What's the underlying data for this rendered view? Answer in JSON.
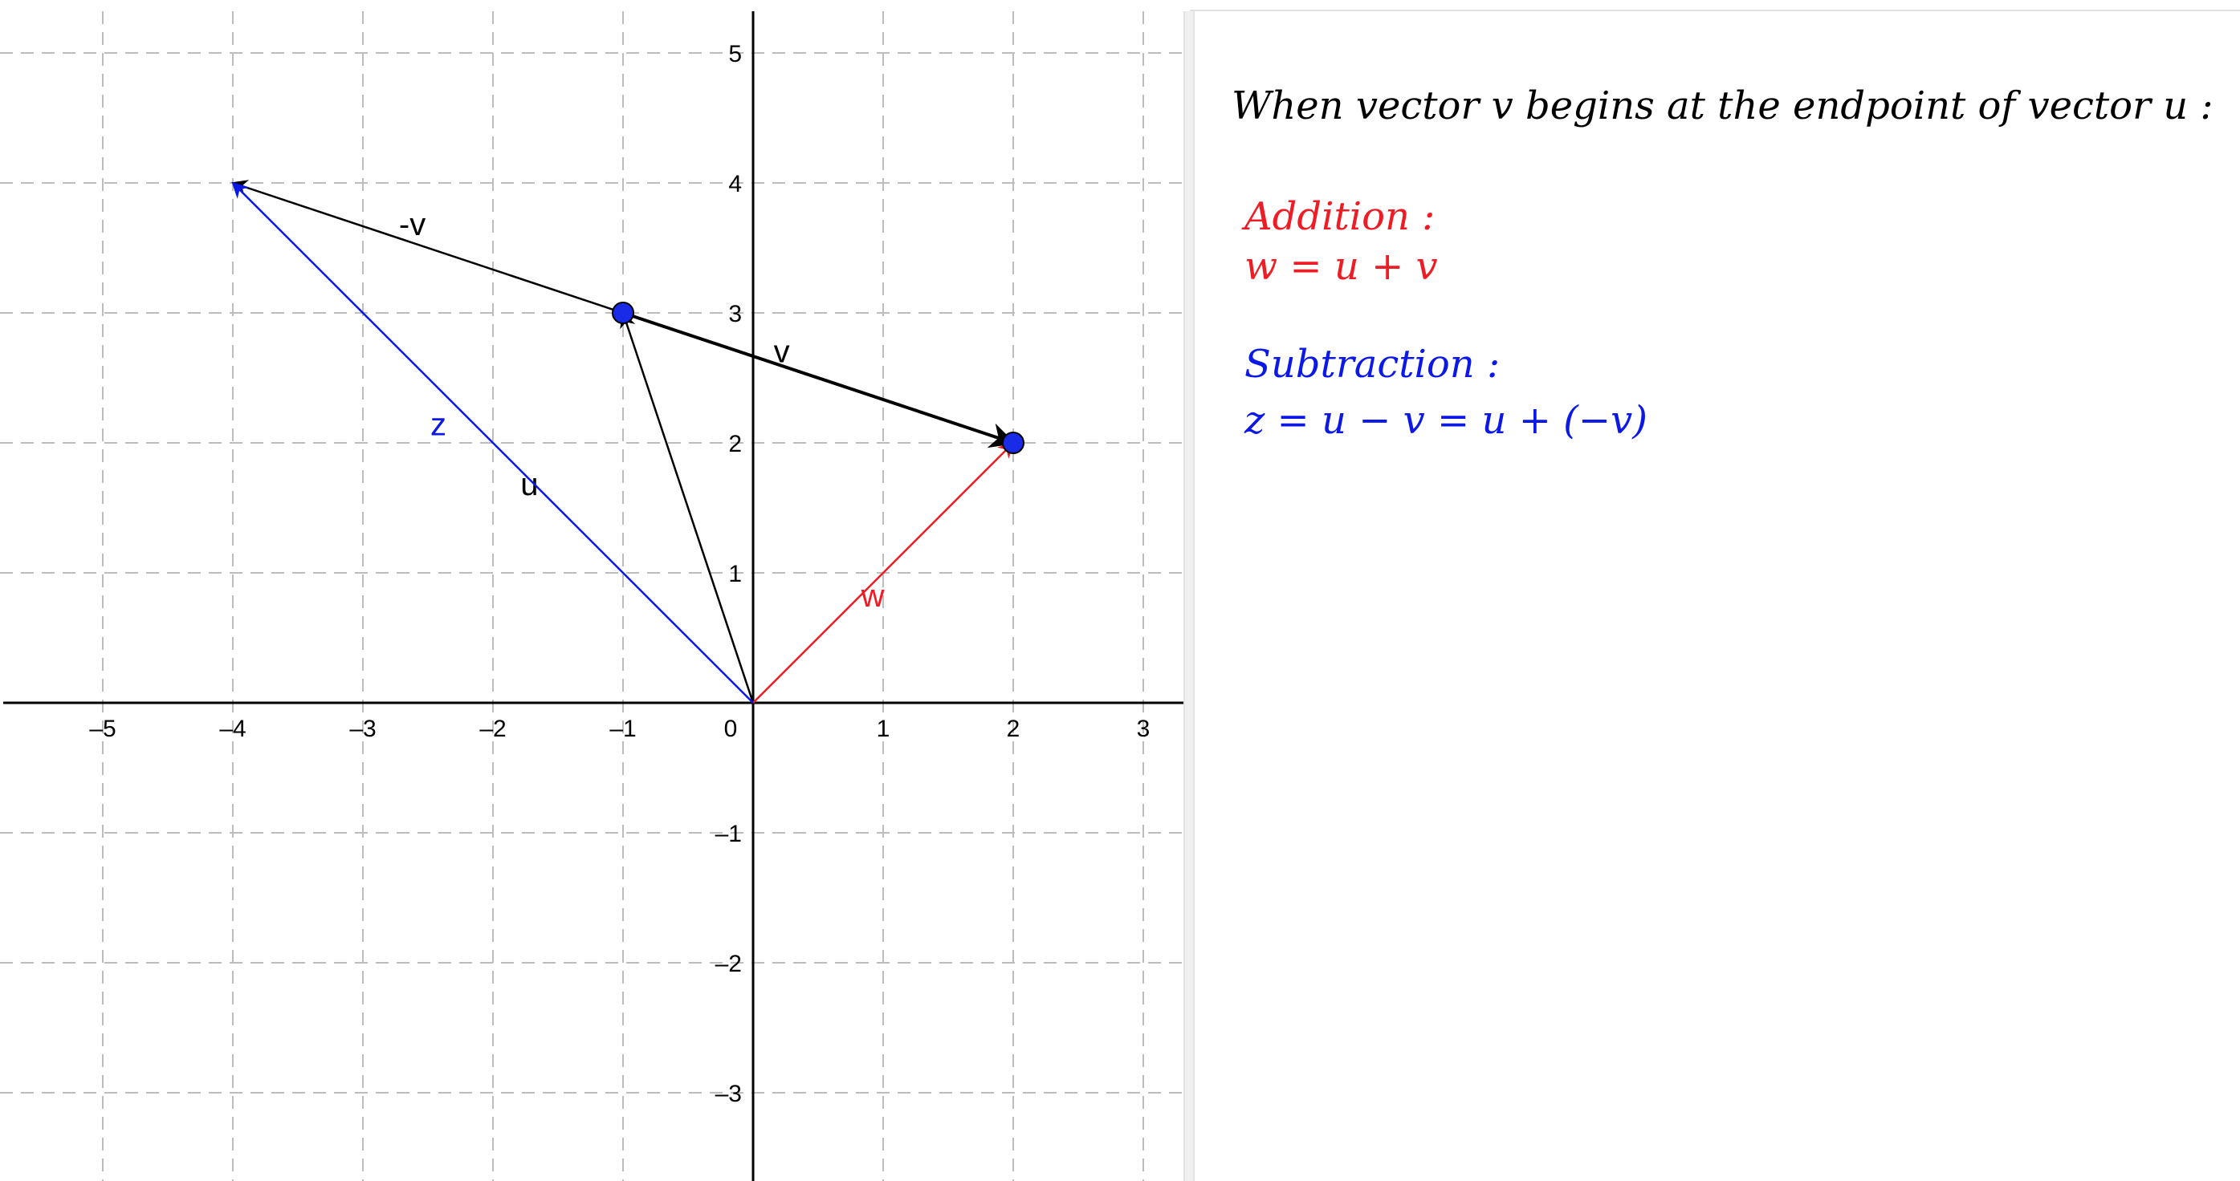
{
  "graphics": {
    "x_tick_labels": [
      "–5",
      "–4",
      "–3",
      "–2",
      "–1",
      "0",
      "1",
      "2",
      "3"
    ],
    "y_tick_labels": [
      "5",
      "4",
      "3",
      "2",
      "1",
      "–1",
      "–2",
      "–3"
    ],
    "vectors": [
      {
        "name": "u",
        "label": "u",
        "from": [
          0,
          0
        ],
        "to": [
          -1,
          3
        ],
        "color": "#000000"
      },
      {
        "name": "v",
        "label": "v",
        "from": [
          -1,
          3
        ],
        "to": [
          2,
          2
        ],
        "color": "#000000"
      },
      {
        "name": "neg-v",
        "label": "-v",
        "from": [
          -1,
          3
        ],
        "to": [
          -4,
          4
        ],
        "color": "#000000"
      },
      {
        "name": "w",
        "label": "w",
        "from": [
          0,
          0
        ],
        "to": [
          2,
          2
        ],
        "color": "#ee1c24"
      },
      {
        "name": "z",
        "label": "z",
        "from": [
          0,
          0
        ],
        "to": [
          -4,
          4
        ],
        "color": "#0b18e6"
      }
    ],
    "points": [
      {
        "name": "point-a",
        "at": [
          -1,
          3
        ],
        "color": "#1a2be8"
      },
      {
        "name": "point-b",
        "at": [
          2,
          2
        ],
        "color": "#1a2be8"
      }
    ]
  },
  "text": {
    "intro": "When vector v begins at the endpoint of vector u :",
    "addition_title": "Addition :",
    "addition_formula": "w = u + v",
    "subtraction_title": "Subtraction :",
    "subtraction_formula": "z = u − v = u + (−v)",
    "color_addition": "#ee1c24",
    "color_subtraction": "#0b18e6"
  }
}
